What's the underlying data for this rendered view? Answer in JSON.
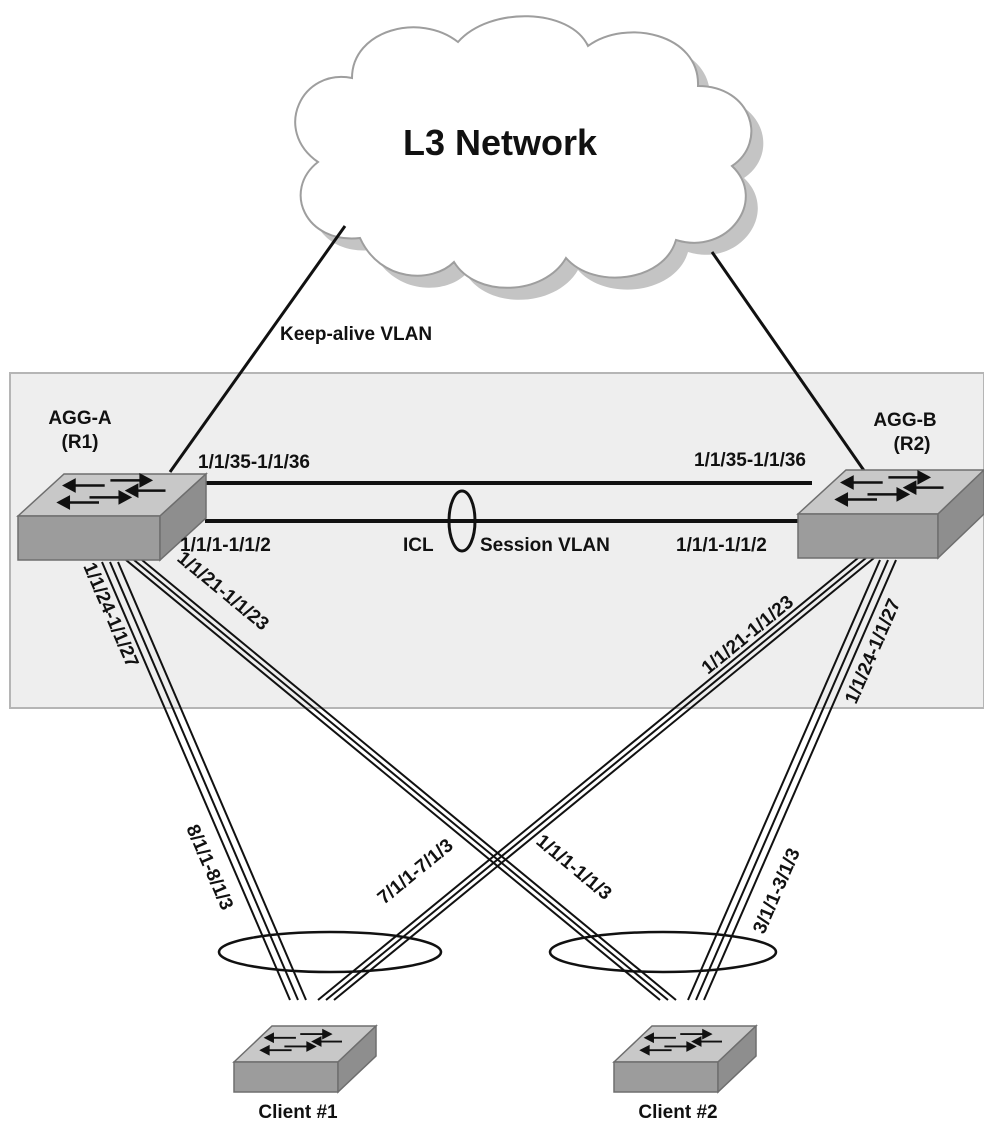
{
  "cloud": {
    "label": "L3 Network"
  },
  "links": {
    "keepalive_label": "Keep-alive VLAN",
    "icl_label": "ICL",
    "session_label": "Session VLAN"
  },
  "agg_a": {
    "name": "AGG-A",
    "role": "(R1)",
    "port_top": "1/1/35-1/1/36",
    "port_icl": "1/1/1-1/1/2",
    "port_client1": "1/1/24-1/1/27",
    "port_client2": "1/1/21-1/1/23"
  },
  "agg_b": {
    "name": "AGG-B",
    "role": "(R2)",
    "port_top": "1/1/35-1/1/36",
    "port_icl": "1/1/1-1/1/2",
    "port_client1": "1/1/21-1/1/23",
    "port_client2": "1/1/24-1/1/27"
  },
  "client1": {
    "name": "Client #1",
    "port_from_a": "8/1/1-8/1/3",
    "port_from_b": "7/1/1-7/1/3"
  },
  "client2": {
    "name": "Client #2",
    "port_from_a": "1/1/1-1/1/3",
    "port_from_b": "3/1/1-3/1/3"
  },
  "colors": {
    "cluster_box_fill": "#eeeeee",
    "cluster_box_stroke": "#b5b5b5",
    "switch_top": "#c8c8c8",
    "switch_side": "#8e8e8e",
    "switch_front": "#9c9c9c",
    "line": "#111111",
    "cloud_shadow": "#c4c4c4"
  }
}
